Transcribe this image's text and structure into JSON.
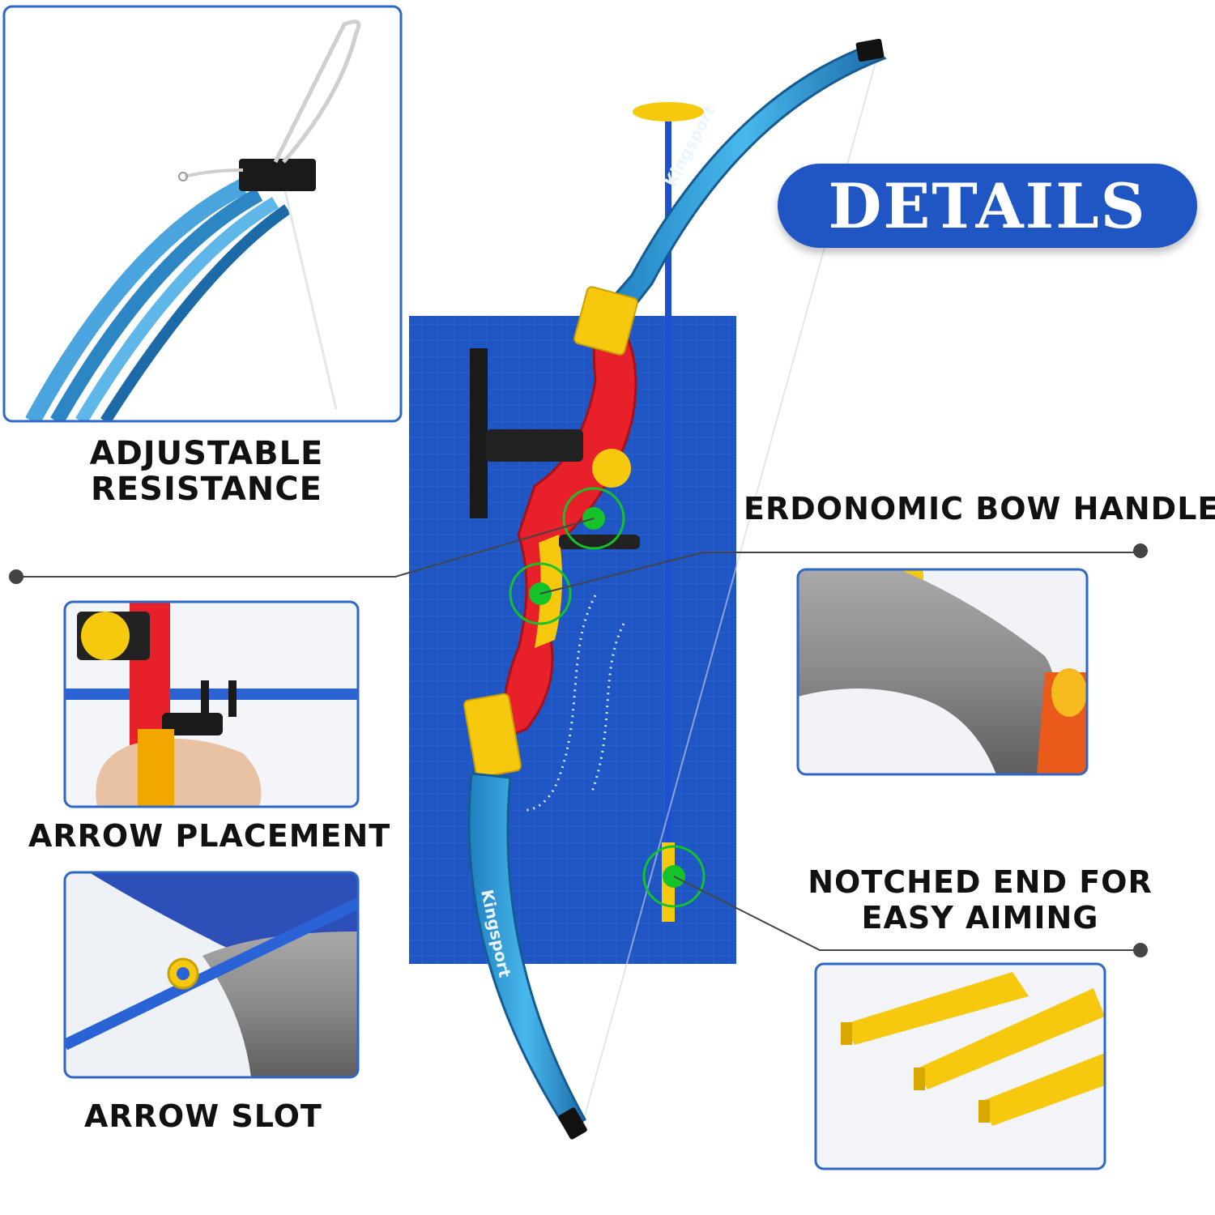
{
  "header": {
    "title": "DETAILS"
  },
  "labels": {
    "adjustable_line1": "ADJUSTABLE",
    "adjustable_line2": "RESISTANCE",
    "ergonomic": "ERDONOMIC BOW HANDLE",
    "arrow_placement": "ARROW PLACEMENT",
    "notched_line1": "NOTCHED END FOR",
    "notched_line2": "EASY AIMING",
    "arrow_slot": "ARROW SLOT"
  },
  "brand": {
    "limb_text": "Kingsport"
  },
  "colors": {
    "accent_blue": "#1f56c4",
    "panel_border": "#2f67c9",
    "limb_blue": "#2a9fd6",
    "riser_red": "#e8202a",
    "part_yellow": "#f6c90e",
    "marker_green": "#16c22a"
  }
}
